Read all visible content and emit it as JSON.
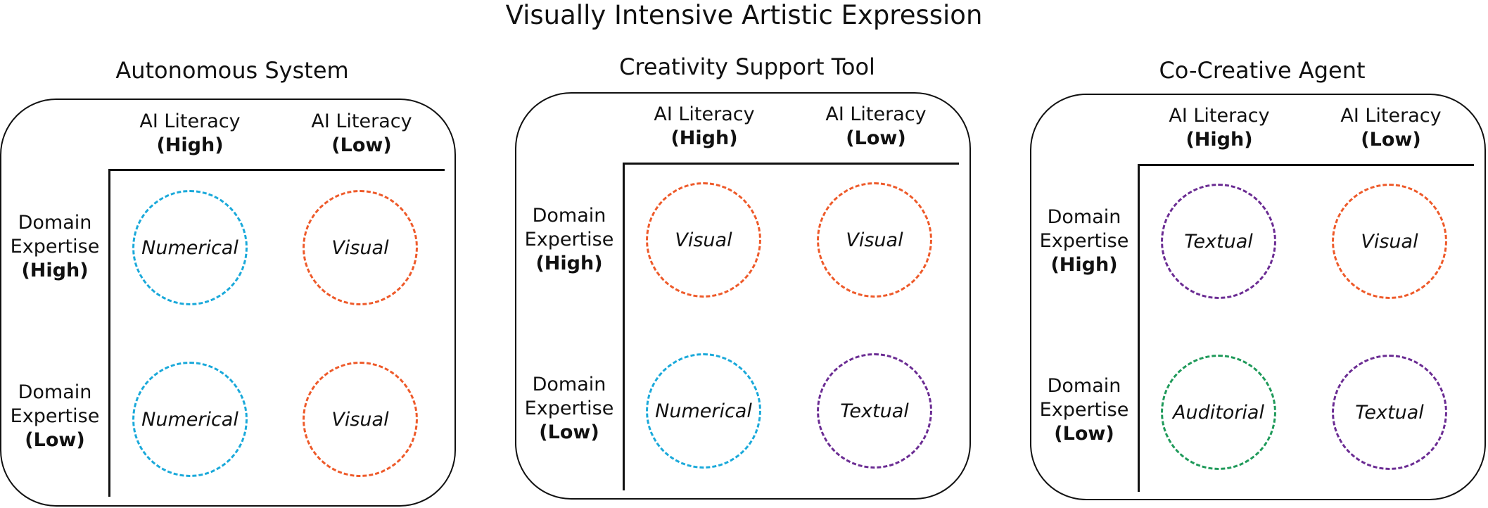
{
  "title": "Visually Intensive Artistic Expression",
  "colors": {
    "Numerical": "#1aa9da",
    "Visual": "#ee5a2a",
    "Textual": "#6b2c93",
    "Auditorial": "#1f9a5a"
  },
  "panels": [
    {
      "title": "Autonomous System",
      "columns": [
        {
          "label": "AI Literacy",
          "level": "(High)"
        },
        {
          "label": "AI Literacy",
          "level": "(Low)"
        }
      ],
      "rows": [
        {
          "label1": "Domain",
          "label2": "Expertise",
          "level": "(High)",
          "cells": [
            "Numerical",
            "Visual"
          ]
        },
        {
          "label1": "Domain",
          "label2": "Expertise",
          "level": "(Low)",
          "cells": [
            "Numerical",
            "Visual"
          ]
        }
      ]
    },
    {
      "title": "Creativity Support Tool",
      "columns": [
        {
          "label": "AI Literacy",
          "level": "(High)"
        },
        {
          "label": "AI Literacy",
          "level": "(Low)"
        }
      ],
      "rows": [
        {
          "label1": "Domain",
          "label2": "Expertise",
          "level": "(High)",
          "cells": [
            "Visual",
            "Visual"
          ]
        },
        {
          "label1": "Domain",
          "label2": "Expertise",
          "level": "(Low)",
          "cells": [
            "Numerical",
            "Textual"
          ]
        }
      ]
    },
    {
      "title": "Co-Creative Agent",
      "columns": [
        {
          "label": "AI Literacy",
          "level": "(High)"
        },
        {
          "label": "AI Literacy",
          "level": "(Low)"
        }
      ],
      "rows": [
        {
          "label1": "Domain",
          "label2": "Expertise",
          "level": "(High)",
          "cells": [
            "Textual",
            "Visual"
          ]
        },
        {
          "label1": "Domain",
          "label2": "Expertise",
          "level": "(Low)",
          "cells": [
            "Auditorial",
            "Textual"
          ]
        }
      ]
    }
  ]
}
